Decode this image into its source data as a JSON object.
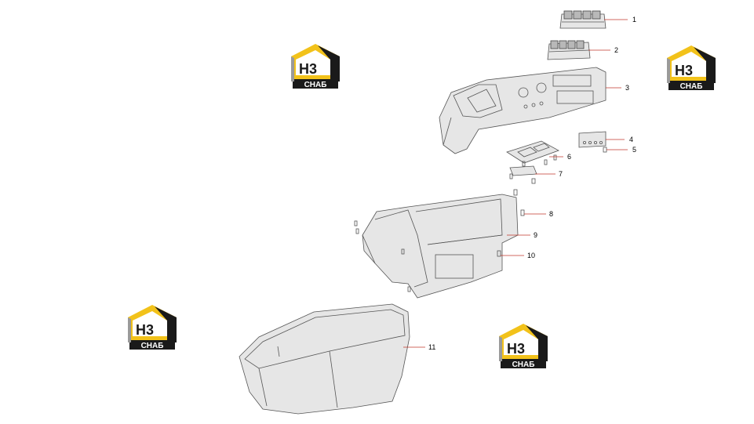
{
  "watermark": {
    "letters": "H3",
    "subtext": "СНАБ",
    "colors": {
      "yellow": "#f2c21a",
      "black": "#1a1a1a",
      "gray": "#9a9a9a",
      "white": "#ffffff"
    }
  },
  "callouts": [
    {
      "id": "1",
      "label": "1"
    },
    {
      "id": "2",
      "label": "2"
    },
    {
      "id": "3",
      "label": "3"
    },
    {
      "id": "4",
      "label": "4"
    },
    {
      "id": "5",
      "label": "5"
    },
    {
      "id": "6",
      "label": "6"
    },
    {
      "id": "7",
      "label": "7"
    },
    {
      "id": "8",
      "label": "8"
    },
    {
      "id": "9",
      "label": "9"
    },
    {
      "id": "10",
      "label": "10"
    },
    {
      "id": "11",
      "label": "11"
    }
  ],
  "colors": {
    "leader": "#c0392b",
    "outline": "#555555"
  }
}
